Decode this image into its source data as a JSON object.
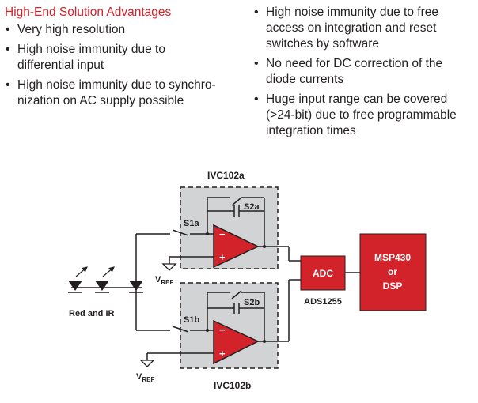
{
  "advantages": {
    "heading": "High-End Solution Advantages",
    "left_items": [
      "Very high resolution",
      "High noise immunity due to differential input",
      "High noise immunity due to synchronization on AC supply possible"
    ],
    "left_items_display": [
      [
        "Very high resolution"
      ],
      [
        "High noise immunity due to",
        "differential input"
      ],
      [
        "High noise immunity due to synchro-",
        "nization on AC supply possible"
      ]
    ],
    "right_items_display": [
      [
        "High noise immunity due to free",
        "access on integration and reset",
        "switches by software"
      ],
      [
        "No need for DC correction of the",
        "diode currents"
      ],
      [
        "Huge input range can be covered",
        "(>24-bit) due to free programmable",
        "integration times"
      ]
    ]
  },
  "diagram": {
    "ivc_top_label": "IVC102a",
    "ivc_bottom_label": "IVC102b",
    "switch_s1a": "S1a",
    "switch_s2a": "S2a",
    "switch_s1b": "S1b",
    "switch_s2b": "S2b",
    "vref_main": "V",
    "vref_sub": "REF",
    "adc_label": "ADC",
    "adc_part": "ADS1255",
    "mcu_line1": "MSP430",
    "mcu_line2": "or",
    "mcu_line3": "DSP",
    "diode_label": "Red and IR",
    "opamp_minus": "−",
    "opamp_plus": "+",
    "colors": {
      "accent_red": "#d2232a",
      "block_gray": "#d1d3d4",
      "text": "#231f20"
    }
  }
}
